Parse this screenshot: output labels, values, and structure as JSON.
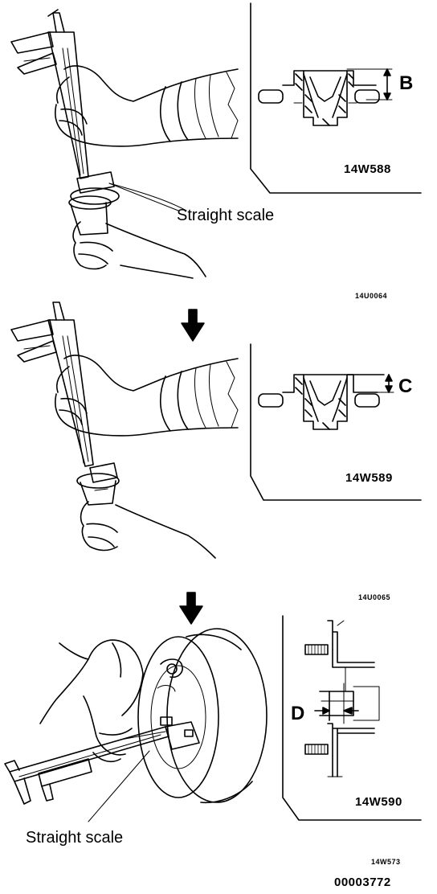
{
  "panels": [
    {
      "callout": "Straight scale",
      "figure_code": "14U0064",
      "inset": {
        "dimension": "B",
        "code": "14W588"
      }
    },
    {
      "figure_code": "14U0065",
      "inset": {
        "dimension": "C",
        "code": "14W589"
      }
    },
    {
      "callout": "Straight scale",
      "figure_code": "14W573",
      "inset": {
        "dimension": "D",
        "code": "14W590"
      }
    }
  ],
  "document_id": "00003772",
  "icons": {
    "step_arrow": "down-arrow-icon"
  }
}
